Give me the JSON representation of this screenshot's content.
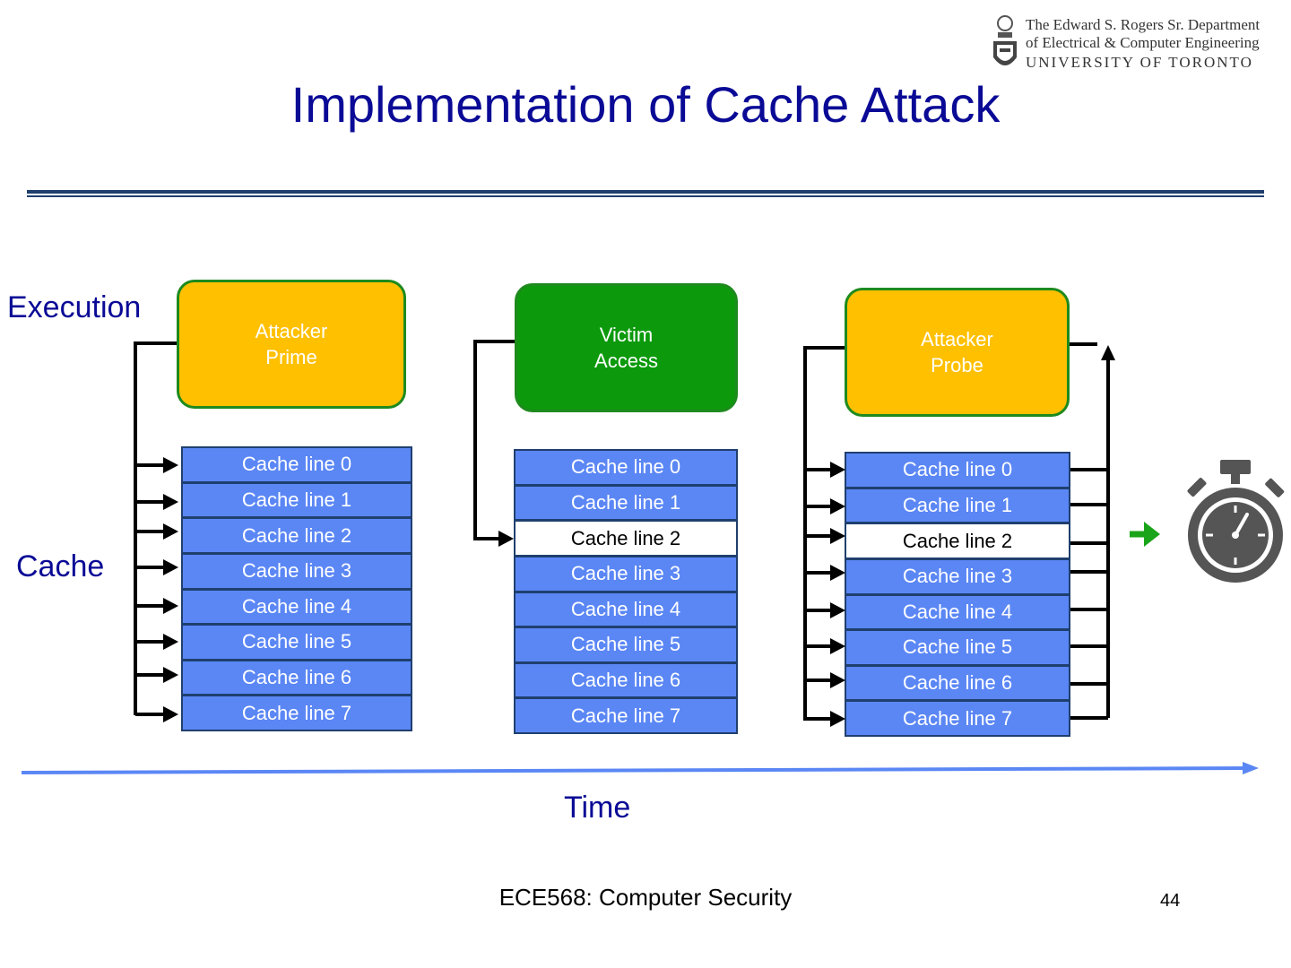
{
  "header": {
    "title": "Implementation of Cache Attack",
    "logo": {
      "line1": "The Edward S. Rogers Sr. Department",
      "line2": "of Electrical & Computer Engineering",
      "line3": "UNIVERSITY OF TORONTO"
    }
  },
  "labels": {
    "execution": "Execution",
    "cache": "Cache",
    "time": "Time"
  },
  "stages": [
    {
      "process": {
        "line1": "Attacker",
        "line2": "Prime",
        "color": "#ffc000"
      },
      "cache_lines": [
        "Cache line 0",
        "Cache line 1",
        "Cache line 2",
        "Cache line 3",
        "Cache line 4",
        "Cache line 5",
        "Cache line 6",
        "Cache line 7"
      ]
    },
    {
      "process": {
        "line1": "Victim",
        "line2": "Access",
        "color": "#0c9a0c"
      },
      "cache_lines": [
        "Cache line 0",
        "Cache line 1",
        "Cache line 2",
        "Cache line 3",
        "Cache line 4",
        "Cache line 5",
        "Cache line 6",
        "Cache line 7"
      ],
      "accessed_line": 2
    },
    {
      "process": {
        "line1": "Attacker",
        "line2": "Probe",
        "color": "#ffc000"
      },
      "cache_lines": [
        "Cache line 0",
        "Cache line 1",
        "Cache line 2",
        "Cache line 3",
        "Cache line 4",
        "Cache line 5",
        "Cache line 6",
        "Cache line 7"
      ],
      "accessed_line": 2
    }
  ],
  "icons": {
    "timer": "stopwatch-icon",
    "measure_arrow": "green-arrow-icon"
  },
  "colors": {
    "title": "#0a0a96",
    "cache_line": "#5b87f5",
    "accessed_line": "#ffffff",
    "time_axis": "#5b87f5",
    "timer_arrow": "#1aa41a"
  },
  "footer": {
    "course": "ECE568: Computer Security",
    "page": "44"
  }
}
